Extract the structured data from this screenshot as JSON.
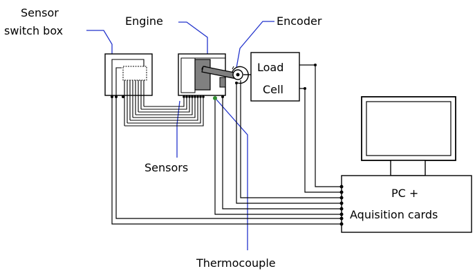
{
  "labels": {
    "sensor_switch_box_line1": "Sensor",
    "sensor_switch_box_line2": "switch box",
    "engine": "Engine",
    "encoder": "Encoder",
    "load_cell_line1": "Load",
    "load_cell_line2": "Cell",
    "sensors": "Sensors",
    "thermocouple": "Thermocouple",
    "pc_line1": "PC +",
    "pc_line2": "Aquisition cards"
  },
  "colors": {
    "leader_line": "#2233cc",
    "piston_fill": "#808080",
    "thermocouple_marker": "#2e8b2e"
  }
}
